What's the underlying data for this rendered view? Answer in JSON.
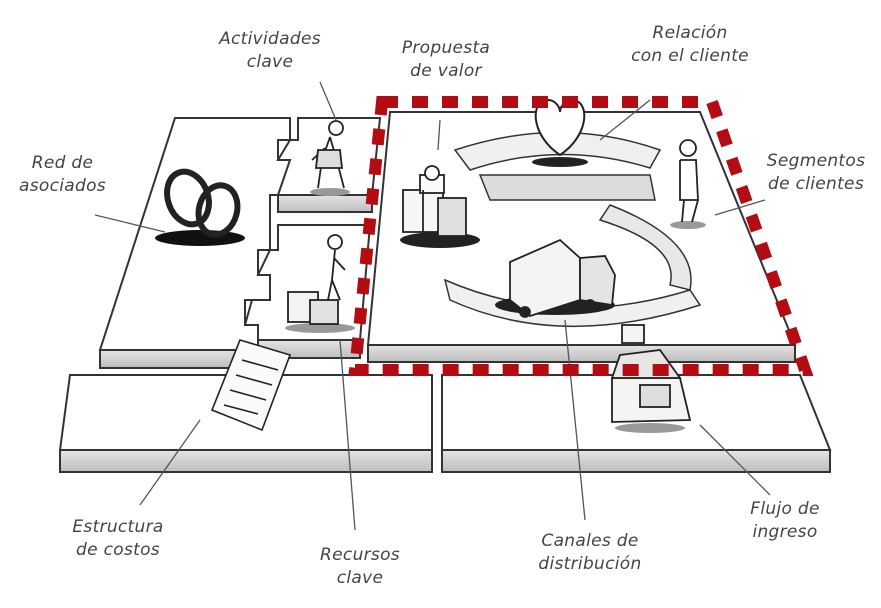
{
  "labels": {
    "actividades": [
      "Actividades",
      "clave"
    ],
    "propuesta": [
      "Propuesta",
      "de valor"
    ],
    "relacion": [
      "Relación",
      "con el cliente"
    ],
    "red": [
      "Red de",
      "asociados"
    ],
    "segmentos": [
      "Segmentos",
      "de clientes"
    ],
    "estructura": [
      "Estructura",
      "de costos"
    ],
    "recursos": [
      "Recursos",
      "clave"
    ],
    "canales": [
      "Canales de",
      "distribución"
    ],
    "flujo": [
      "Flujo de",
      "ingreso"
    ]
  },
  "colors": {
    "highlight": "#b30d13",
    "board_fill": "#ffffff",
    "board_side": "#d9d9d9",
    "ink": "#333333",
    "label_text": "#444444"
  }
}
